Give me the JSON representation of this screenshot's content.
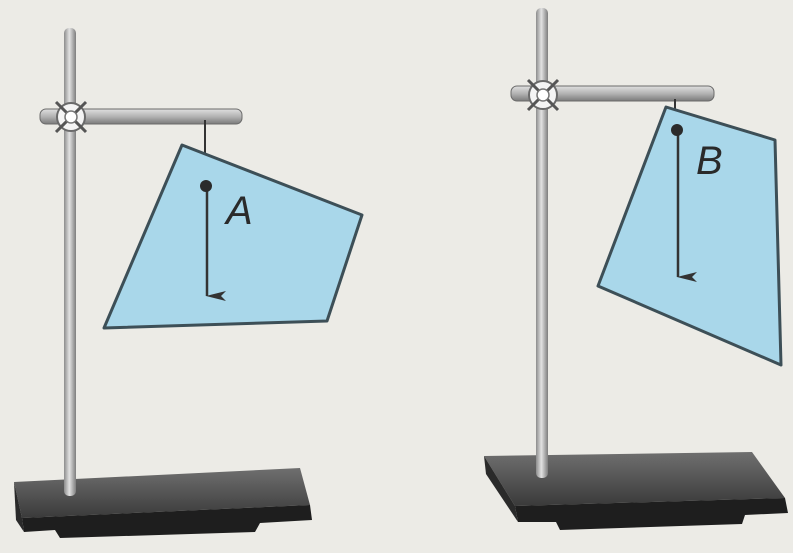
{
  "colors": {
    "background": "#ecebe6",
    "plate_fill": "#a9d7ea",
    "plate_stroke": "#3d4f57",
    "rod": "#b9b9b9",
    "base": "#2f2f2f",
    "arrow": "#333333"
  },
  "stand_a": {
    "label": "A",
    "components": [
      "stand-rod",
      "cross-arm",
      "clamp",
      "base",
      "thread",
      "plate",
      "pivot-point",
      "gravity-arrow"
    ]
  },
  "stand_b": {
    "label": "B",
    "components": [
      "stand-rod",
      "cross-arm",
      "clamp",
      "base",
      "thread",
      "plate",
      "pivot-point",
      "gravity-arrow"
    ]
  }
}
